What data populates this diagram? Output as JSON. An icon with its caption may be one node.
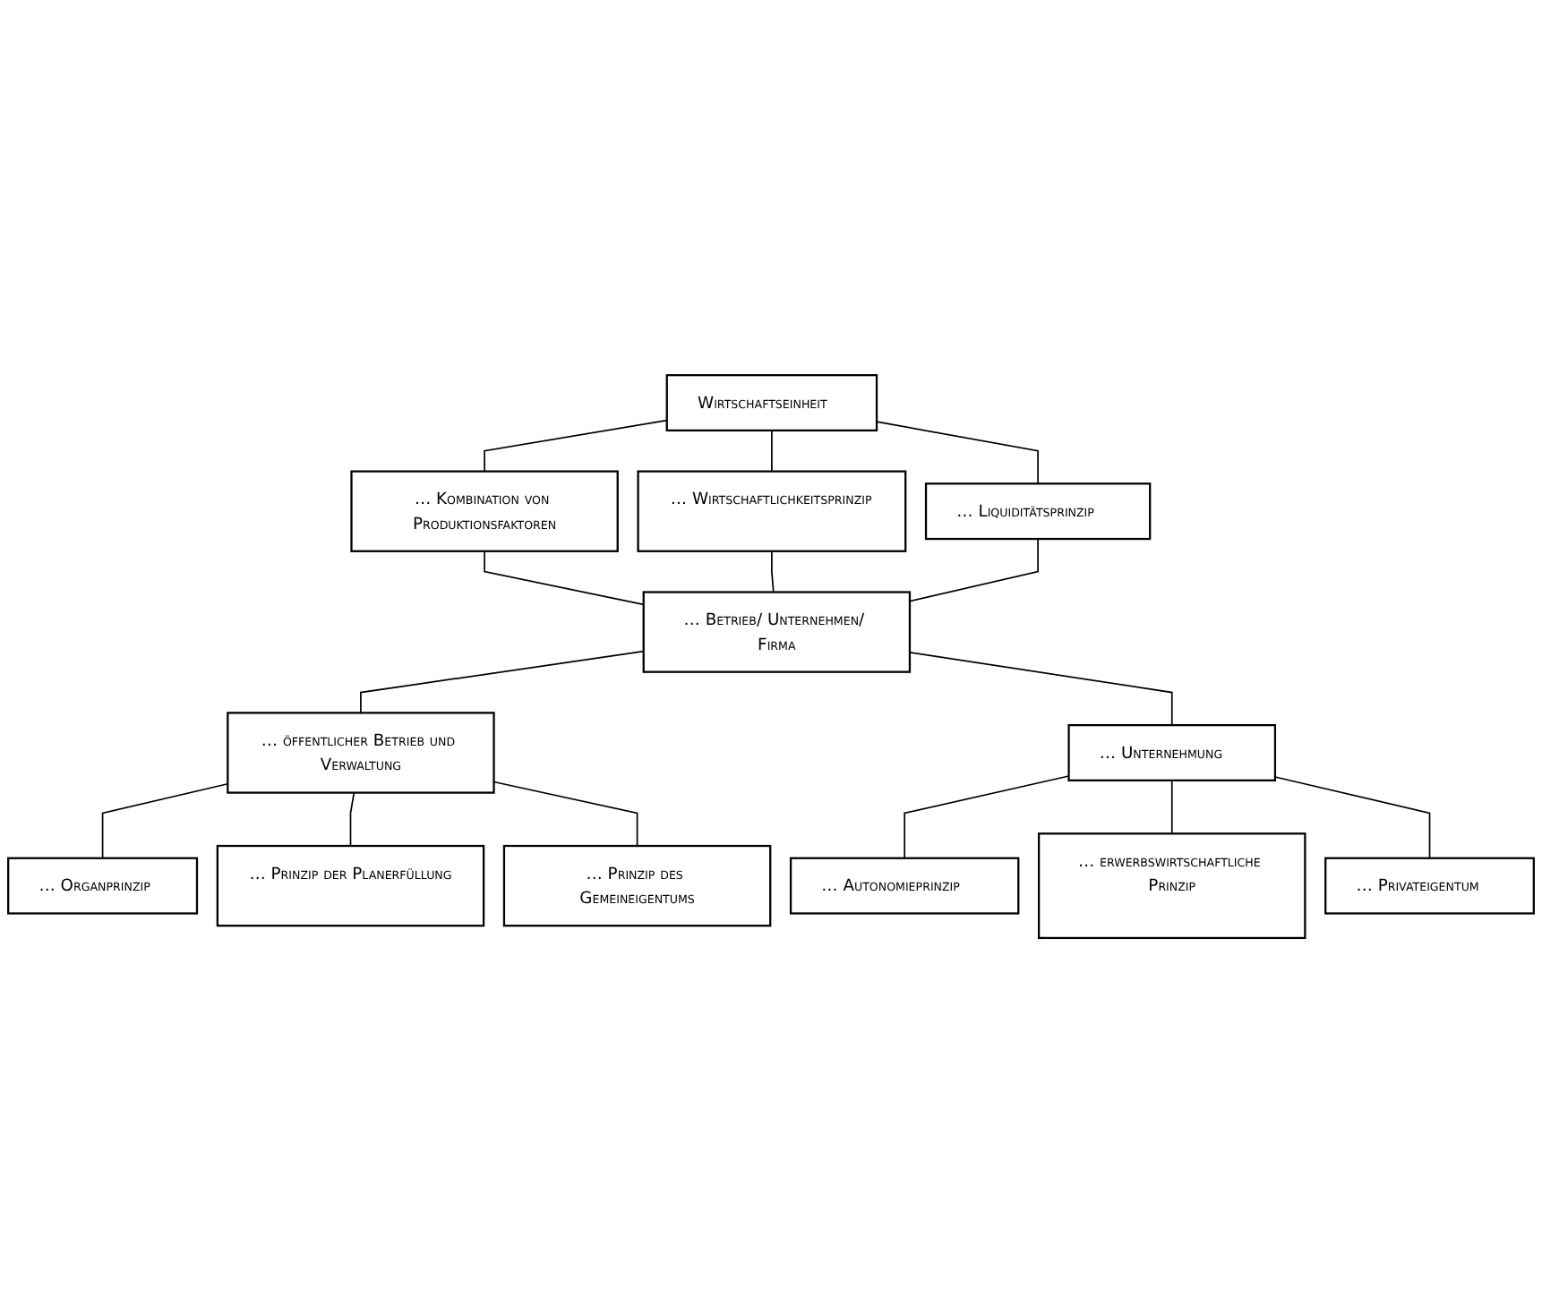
{
  "diagram": {
    "nodes": [
      {
        "text": [
          "Wirtschaftseinheit"
        ]
      },
      {
        "text": [
          "… Kombination von Produktionsfaktoren"
        ]
      },
      {
        "text": [
          "… Wirtschaftlichkeitsprinzip"
        ]
      },
      {
        "text": [
          "… Liquiditätsprinzip"
        ]
      },
      {
        "text": [
          "… Betrieb/ Unternehmen/ Firma"
        ]
      },
      {
        "text": [
          "… öffentlicher Betrieb und Verwaltung"
        ]
      },
      {
        "text": [
          "… Organprinzip"
        ]
      },
      {
        "text": [
          "… Prinzip der Planerfüllung"
        ]
      },
      {
        "text": [
          "… Prinzip des Gemeineigentums"
        ]
      },
      {
        "text": [
          "… Unternehmung"
        ]
      },
      {
        "text": [
          "… Autonomieprinzip"
        ]
      },
      {
        "text": [
          "… erwerbswirtschaftliche Prinzip"
        ]
      },
      {
        "text": [
          "… Privateigentum"
        ]
      }
    ],
    "edges": [
      {
        "from": 0,
        "to": 1,
        "arrow": "none"
      },
      {
        "from": 0,
        "to": 2,
        "arrow": "none"
      },
      {
        "from": 0,
        "to": 3,
        "arrow": "none"
      },
      {
        "from": 1,
        "to": 4,
        "arrow": "none"
      },
      {
        "from": 2,
        "to": 4,
        "arrow": "none"
      },
      {
        "from": 3,
        "to": 4,
        "arrow": "none"
      },
      {
        "from": 4,
        "to": 5,
        "arrow": "none"
      },
      {
        "from": 4,
        "to": 9,
        "arrow": "none"
      },
      {
        "from": 5,
        "to": 6,
        "arrow": "none"
      },
      {
        "from": 5,
        "to": 7,
        "arrow": "none"
      },
      {
        "from": 5,
        "to": 8,
        "arrow": "none"
      },
      {
        "from": 9,
        "to": 10,
        "arrow": "none"
      },
      {
        "from": 9,
        "to": 11,
        "arrow": "none"
      },
      {
        "from": 9,
        "to": 12,
        "arrow": "none"
      }
    ]
  }
}
